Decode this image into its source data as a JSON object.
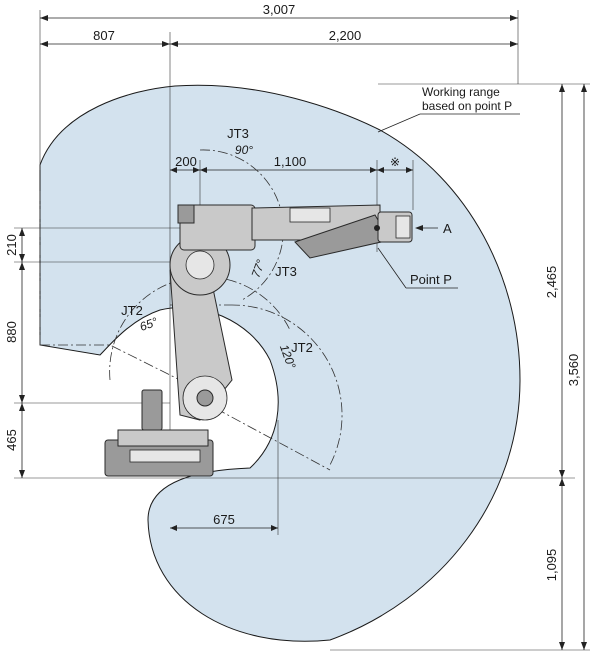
{
  "dimensions": {
    "total_width": "3,007",
    "rear_width": "807",
    "front_reach": "2,200",
    "offset_200": "200",
    "arm_1100": "1,100",
    "height_210": "210",
    "height_880": "880",
    "height_465": "465",
    "base_675": "675",
    "upper_2465": "2,465",
    "total_3560": "3,560",
    "lower_1095": "1,095"
  },
  "labels": {
    "working_range_line1": "Working range",
    "working_range_line2": "based on point P",
    "point_p": "Point P",
    "a_marker": "A",
    "note_mark": "※",
    "jt3_top": "JT3",
    "jt3_top_angle": "90°",
    "jt3_right": "JT3",
    "jt3_right_angle": "77°",
    "jt2_left": "JT2",
    "jt2_left_angle": "65°",
    "jt2_right": "JT2",
    "jt2_right_angle": "120°"
  },
  "colors": {
    "range_fill": "#d3e2ee",
    "robot_gray": "#c9c9c9"
  }
}
